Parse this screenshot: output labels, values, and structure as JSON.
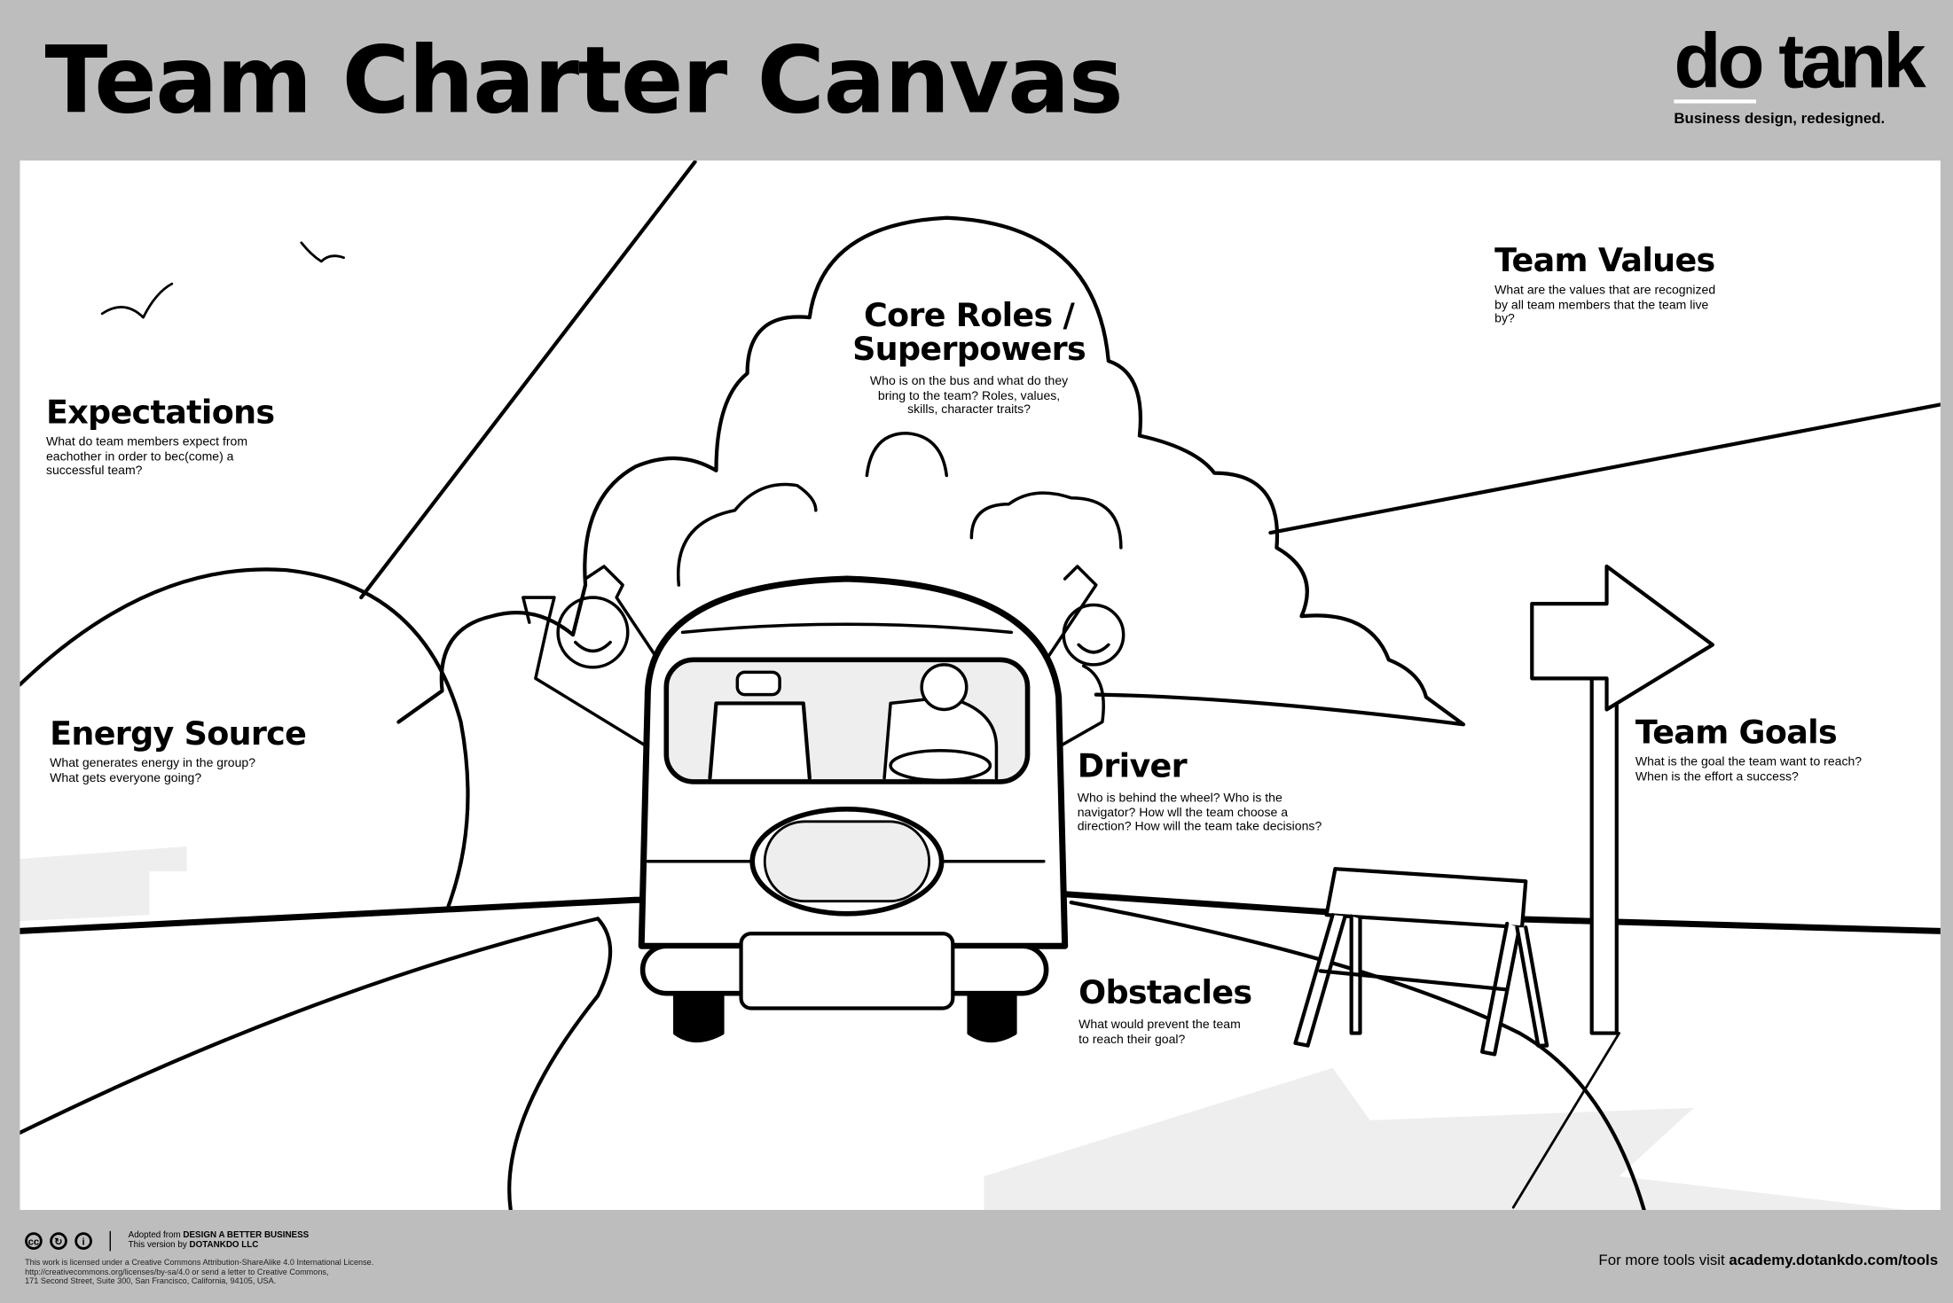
{
  "header": {
    "title": "Team Charter Canvas",
    "logo_text": "do tank",
    "tagline": "Business design, redesigned."
  },
  "sections": {
    "expectations": {
      "title": "Expectations",
      "desc": "What do team members expect from eachother in order to bec(come) a successful team?"
    },
    "energy": {
      "title": "Energy Source",
      "desc": "What generates energy in the group? What gets everyone going?"
    },
    "roles": {
      "title_1": "Core Roles /",
      "title_2": "Superpowers",
      "desc": "Who is on the bus and what do they bring to the team? Roles, values, skills, character traits?"
    },
    "values": {
      "title": "Team Values",
      "desc": "What are the values that are recognized by all team members that the team live by?"
    },
    "driver": {
      "title": "Driver",
      "desc": "Who is behind the wheel? Who is the navigator? How wll the team choose a direction? How will the team take decisions?"
    },
    "goals": {
      "title": "Team Goals",
      "desc": "What is the goal the team want to reach? When is the effort a success?"
    },
    "obstacles": {
      "title": "Obstacles",
      "desc": "What would prevent the team to reach their goal?"
    }
  },
  "footer": {
    "icons": [
      "cc-icon",
      "share-alike-icon",
      "attribution-icon"
    ],
    "cc_labels": [
      "cc",
      "↻",
      "i"
    ],
    "adopted_prefix": "Adopted from ",
    "adopted_source": "DESIGN A BETTER BUSINESS",
    "version_prefix": "This version by ",
    "version_owner": "DOTANKDO LLC",
    "license_1": "This work is licensed under a Creative Commons Attribution-ShareAlike 4.0 International License.",
    "license_2": "http://creativecommons.org/licenses/by-sa/4.0 or send a letter to Creative Commons,",
    "license_3": "171 Second Street, Suite 300, San Francisco, California, 94105, USA.",
    "more_prefix": "For more tools visit ",
    "more_link": "academy.dotankdo.com/tools"
  }
}
